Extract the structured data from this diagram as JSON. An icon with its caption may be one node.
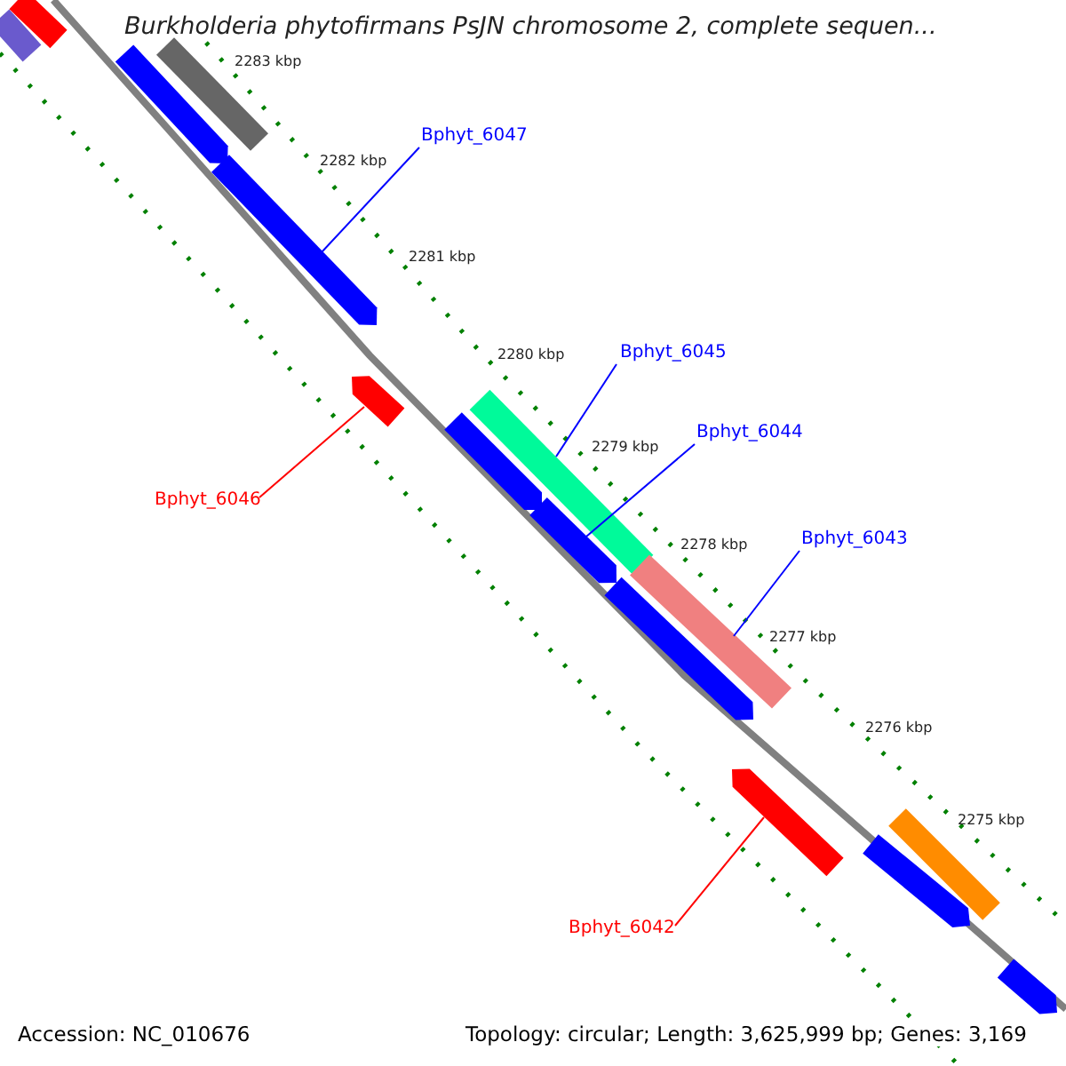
{
  "diagram": {
    "title": "Burkholderia phytofirmans PsJN chromosome 2, complete sequen...",
    "nodes": [
      {
        "text": [
          "Bphyt_6047"
        ]
      },
      {
        "text": [],
        "shape": "arrow"
      },
      {
        "text": [
          "Bphyt_6045"
        ]
      },
      {
        "text": [],
        "shape": "bar"
      },
      {
        "text": [
          "Bphyt_6044"
        ]
      },
      {
        "text": [],
        "shape": "arrow"
      },
      {
        "text": [
          "Bphyt_6046"
        ]
      },
      {
        "text": [],
        "shape": "arrow"
      },
      {
        "text": [
          "Bphyt_6043"
        ]
      },
      {
        "text": [],
        "shape": "bar"
      },
      {
        "text": [
          "Bphyt_6042"
        ]
      },
      {
        "text": [],
        "shape": "arrow"
      },
      {
        "text": [],
        "shape": "bar"
      },
      {
        "text": [],
        "shape": "bar"
      },
      {
        "text": [],
        "shape": "bar"
      },
      {
        "text": [],
        "shape": "arrow"
      },
      {
        "text": [],
        "shape": "arrow"
      },
      {
        "text": [],
        "shape": "arrow"
      },
      {
        "text": [],
        "shape": "bar"
      },
      {
        "text": [],
        "shape": "arrow"
      },
      {
        "text": [],
        "shape": "arrow"
      }
    ],
    "edges": [
      {
        "from": 0,
        "to": 1,
        "arrow": "none"
      },
      {
        "from": 2,
        "to": 3,
        "arrow": "none"
      },
      {
        "from": 4,
        "to": 5,
        "arrow": "none"
      },
      {
        "from": 6,
        "to": 7,
        "arrow": "none",
        "color": "#ff0000"
      },
      {
        "from": 8,
        "to": 9,
        "arrow": "none"
      },
      {
        "from": 10,
        "to": 11,
        "arrow": "none",
        "color": "#ff0000"
      }
    ],
    "labels": [
      "2283 kbp",
      "2282 kbp",
      "2281 kbp",
      "2280 kbp",
      "2279 kbp",
      "2278 kbp",
      "2277 kbp",
      "2276 kbp",
      "2275 kbp",
      "Accession: NC_010676",
      "Topology: circular; Length: 3,625,999 bp; Genes: 3,169"
    ]
  }
}
